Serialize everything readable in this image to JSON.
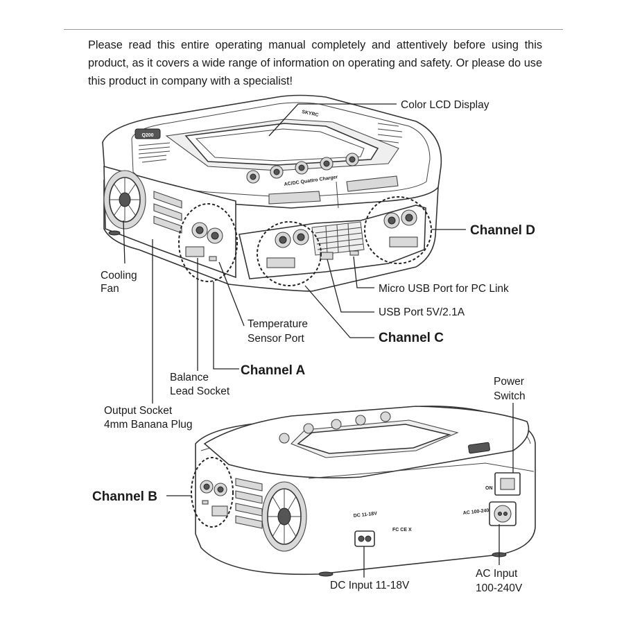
{
  "intro_text": "Please read this entire operating manual completely and attentively before using this product, as it covers a wide range of information on operating and safety. Or please do use this product in company with a specialist!",
  "labels": {
    "lcd": "Color LCD Display",
    "channel_d": "Channel D",
    "cooling_fan": [
      "Cooling",
      "Fan"
    ],
    "micro_usb": "Micro USB Port for PC Link",
    "usb_port": "USB Port 5V/2.1A",
    "temp_sensor": [
      "Temperature",
      "Sensor Port"
    ],
    "channel_c": "Channel C",
    "channel_a": "Channel A",
    "balance": [
      "Balance",
      "Lead Socket"
    ],
    "output": [
      "Output Socket",
      "4mm Banana  Plug"
    ],
    "power_switch": [
      "Power",
      "Switch"
    ],
    "channel_b": "Channel B",
    "dc_input": "DC Input 11-18V",
    "ac_input": [
      "AC Input",
      "100-240V"
    ]
  },
  "device_markings": {
    "model": "Q200",
    "brand": "SKYRC",
    "subtitle": "AC/DC Quattro Charger",
    "dc_mark": "DC 11-18V",
    "ac_mark": "AC 100-240V",
    "on_mark": "ON"
  }
}
